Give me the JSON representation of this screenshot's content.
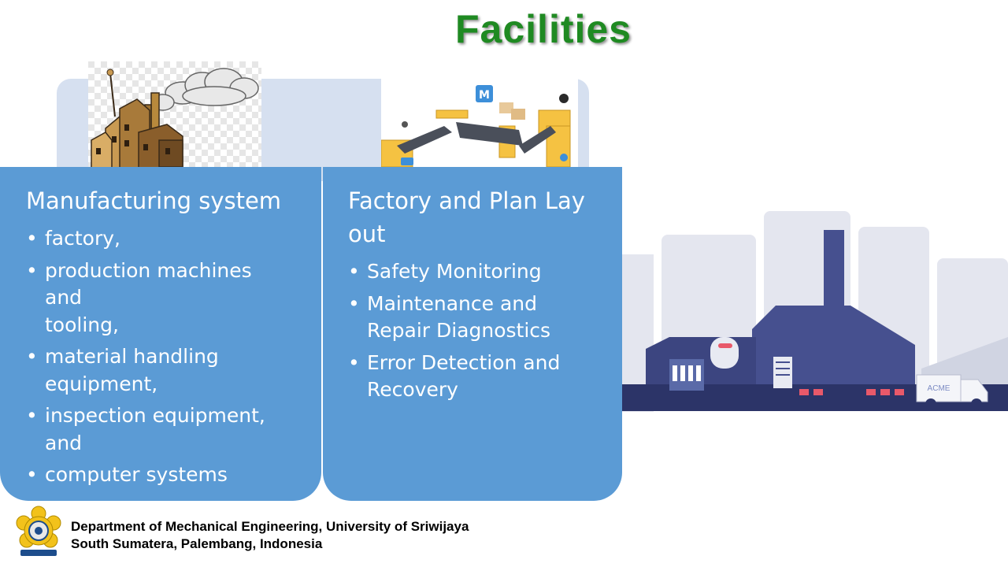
{
  "title": "Facilities",
  "cards": [
    {
      "heading": "Manufacturing system",
      "items": [
        "factory,",
        "production machines and\ntooling,",
        "material handling equipment,",
        "inspection equipment, and",
        "computer systems"
      ]
    },
    {
      "heading": "Factory and Plan Lay out",
      "items": [
        "Safety Monitoring",
        "Maintenance and Repair Diagnostics",
        "Error Detection and Recovery"
      ]
    }
  ],
  "images": {
    "old_factory": "factory-smoke-illustration",
    "conveyor": "smart-conveyor-illustration",
    "factory_scene": "modern-factory-illustration",
    "truck_label": "ACME"
  },
  "footer": {
    "line1": "Department of Mechanical Engineering, University of Sriwijaya",
    "line2": "South Sumatera, Palembang, Indonesia"
  },
  "colors": {
    "title": "#1f8a22",
    "card": "#5b9bd5",
    "backdrop": "#d6e0f0",
    "factory": "#46508f"
  }
}
